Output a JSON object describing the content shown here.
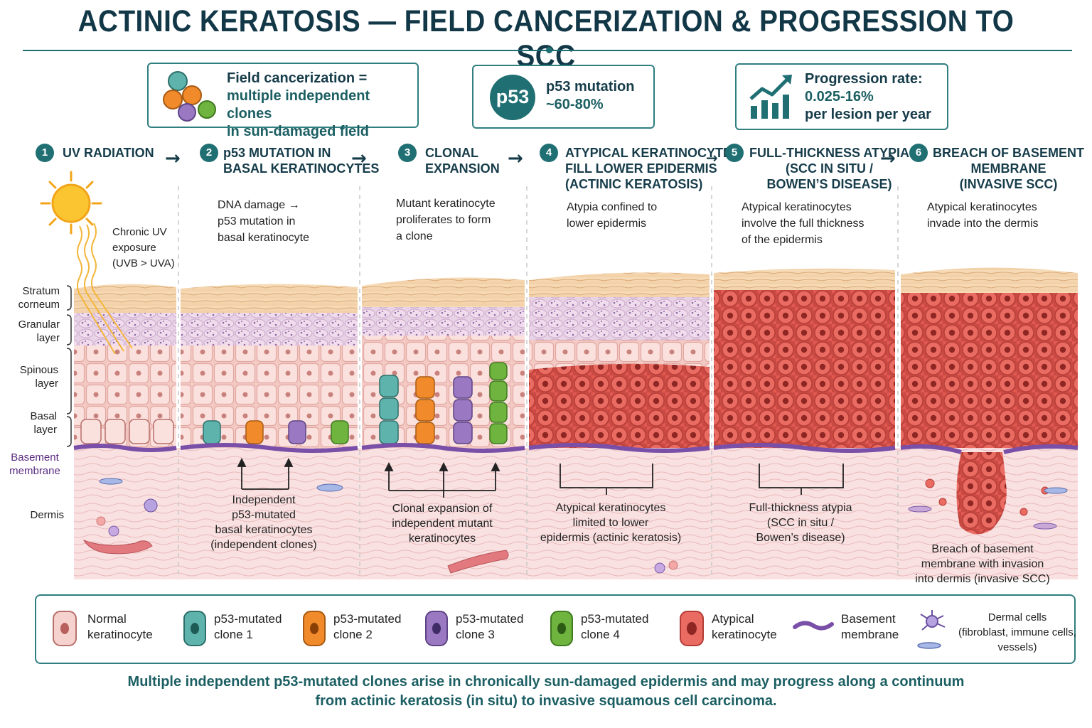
{
  "title": "ACTINIC KERATOSIS — FIELD CANCERIZATION & PROGRESSION TO SCC",
  "info_boxes": [
    {
      "lines": [
        "Field cancerization =",
        "multiple independent clones",
        "in sun-damaged field"
      ],
      "icon": "cluster-icon"
    },
    {
      "lines": [
        "p53 mutation",
        "~60-80%"
      ],
      "badge": "p53",
      "icon": "p53-badge-icon"
    },
    {
      "lines": [
        "Progression rate:",
        "0.025-16%",
        "per lesion per year"
      ],
      "icon": "chart-up-icon"
    }
  ],
  "stages": [
    {
      "num": "1",
      "head": [
        "UV RADIATION"
      ],
      "desc": [],
      "caption": []
    },
    {
      "num": "2",
      "head": [
        "p53 MUTATION IN",
        "BASAL KERATINOCYTES"
      ],
      "desc": [
        "DNA damage →",
        "p53 mutation in",
        "basal keratinocyte"
      ],
      "caption": [
        "Independent",
        "p53-mutated",
        "basal keratinocytes",
        "(independent clones)"
      ]
    },
    {
      "num": "3",
      "head": [
        "CLONAL",
        "EXPANSION"
      ],
      "desc": [
        "Mutant keratinocyte",
        "proliferates to form",
        "a clone"
      ],
      "caption": [
        "Clonal expansion of",
        "independent mutant",
        "keratinocytes"
      ]
    },
    {
      "num": "4",
      "head": [
        "ATYPICAL KERATINOCYTES",
        "FILL LOWER EPIDERMIS",
        "(ACTINIC KERATOSIS)"
      ],
      "desc": [
        "Atypia confined to",
        "lower epidermis"
      ],
      "caption": [
        "Atypical keratinocytes",
        "limited to lower",
        "epidermis (actinic keratosis)"
      ]
    },
    {
      "num": "5",
      "head": [
        "FULL-THICKNESS ATYPIA",
        "(SCC IN SITU /",
        "BOWEN’S DISEASE)"
      ],
      "desc": [
        "Atypical keratinocytes",
        "involve the full thickness",
        "of the epidermis"
      ],
      "caption": [
        "Full-thickness atypia",
        "(SCC in situ /",
        "Bowen’s disease)"
      ]
    },
    {
      "num": "6",
      "head": [
        "BREACH OF BASEMENT",
        "MEMBRANE",
        "(INVASIVE SCC)"
      ],
      "desc": [
        "Atypical keratinocytes",
        "invade into the dermis"
      ],
      "caption": [
        "Breach of basement",
        "membrane with invasion",
        "into dermis (invasive SCC)"
      ]
    }
  ],
  "uv_note": [
    "Chronic UV",
    "exposure",
    "(UVB > UVA)"
  ],
  "layers": {
    "stratum_corneum": [
      "Stratum",
      "corneum"
    ],
    "granular": [
      "Granular",
      "layer"
    ],
    "spinous": [
      "Spinous",
      "layer"
    ],
    "basal": [
      "Basal",
      "layer"
    ],
    "basement_membrane": [
      "Basement",
      "membrane"
    ],
    "dermis": [
      "Dermis"
    ]
  },
  "legend": [
    {
      "key": "normal",
      "lines": [
        "Normal",
        "keratinocyte"
      ]
    },
    {
      "key": "clone1",
      "lines": [
        "p53-mutated",
        "clone 1"
      ]
    },
    {
      "key": "clone2",
      "lines": [
        "p53-mutated",
        "clone 2"
      ]
    },
    {
      "key": "clone3",
      "lines": [
        "p53-mutated",
        "clone 3"
      ]
    },
    {
      "key": "clone4",
      "lines": [
        "p53-mutated",
        "clone 4"
      ]
    },
    {
      "key": "atypical",
      "lines": [
        "Atypical",
        "keratinocyte"
      ]
    },
    {
      "key": "bm",
      "lines": [
        "Basement",
        "membrane"
      ]
    },
    {
      "key": "dermal",
      "lines": [
        "Dermal cells",
        "(fibroblast, immune cells,",
        "vessels)"
      ]
    }
  ],
  "footer": [
    "Multiple independent p53-mutated clones arise in chronically sun-damaged epidermis and may progress along a continuum",
    "from actinic keratosis (in situ) to invasive squamous cell carcinoma."
  ],
  "colors": {
    "teal": "#1f6f73",
    "normal_cell": "#f6d2cf",
    "clone1": "#5fb3ad",
    "clone2": "#f08a2a",
    "clone3": "#9a78c2",
    "clone4": "#6fb43f",
    "atypical": "#e35f57",
    "basement": "#7a4fa8",
    "dermis": "#f8dcdc"
  }
}
